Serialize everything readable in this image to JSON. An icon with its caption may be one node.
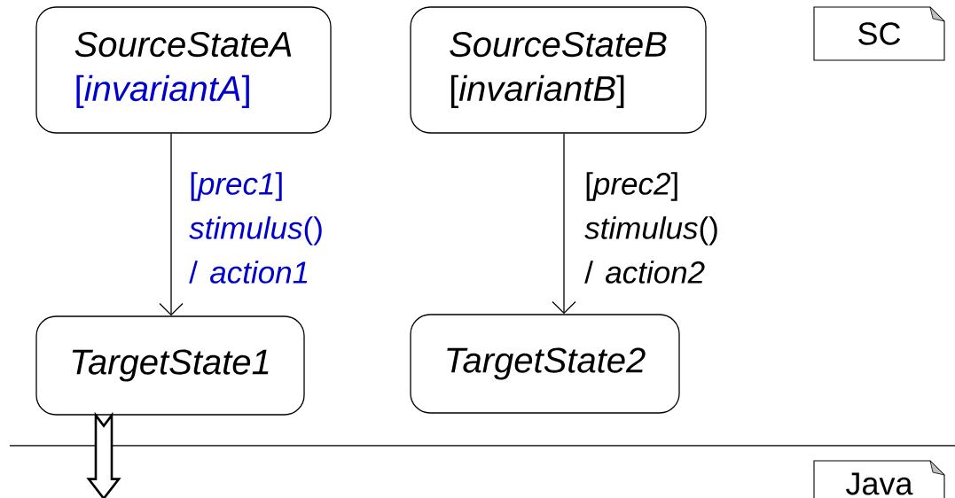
{
  "diagram": {
    "nodes": [
      {
        "text": [
          "SourceStateA",
          "[*invariantA*]"
        ]
      },
      {
        "text": [
          "SourceStateB",
          "[*invariantB*]"
        ]
      },
      {
        "text": [
          "TargetState1"
        ]
      },
      {
        "text": [
          "TargetState2"
        ]
      },
      {
        "text": [
          "SC"
        ]
      },
      {
        "text": [
          "Java"
        ]
      }
    ],
    "edges": [
      {
        "from": 0,
        "to": 2,
        "arrow": "to",
        "label": "[*prec1*] *stimulus*() / *action1*"
      },
      {
        "from": 1,
        "to": 3,
        "arrow": "to",
        "label": "[*prec2*] *stimulus*() / *action2*"
      },
      {
        "from": 2,
        "to": null,
        "arrow": "to",
        "style": "thick"
      }
    ]
  }
}
